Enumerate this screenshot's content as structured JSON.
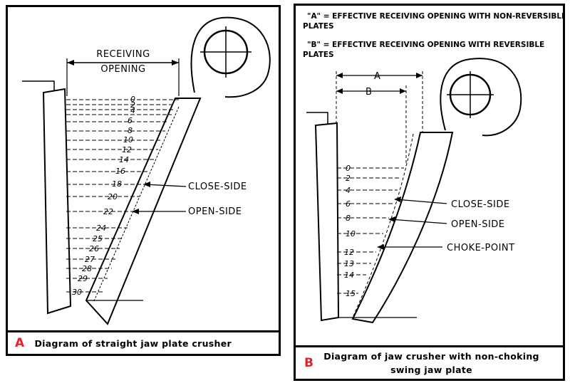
{
  "panel_a": {
    "letter": "A",
    "caption": "Diagram of straight jaw plate crusher",
    "receiving_line1": "RECEIVING",
    "receiving_line2": "OPENING",
    "close_side": "CLOSE-SIDE",
    "open_side": "OPEN-SIDE",
    "ticks": [
      "0",
      "2",
      "4",
      "6",
      "8",
      "10",
      "12",
      "14",
      "16",
      "18",
      "20",
      "22",
      "24",
      "25",
      "26",
      "27",
      "28",
      "29",
      "30"
    ]
  },
  "panel_b": {
    "letter": "B",
    "caption_line1": "Diagram of jaw crusher with non-choking",
    "caption_line2": "swing jaw plate",
    "note_a_line1": "\"A\" = EFFECTIVE RECEIVING OPENING WITH NON-REVERSIBLE",
    "note_a_line2": "PLATES",
    "note_b_line1": "\"B\" = EFFECTIVE RECEIVING OPENING WITH REVERSIBLE",
    "note_b_line2": "PLATES",
    "dim_a": "A",
    "dim_b": "B",
    "close_side": "CLOSE-SIDE",
    "open_side": "OPEN-SIDE",
    "choke_point": "CHOKE-POINT",
    "ticks": [
      "0",
      "2",
      "4",
      "6",
      "8",
      "10",
      "12",
      "13",
      "14",
      "15"
    ]
  }
}
